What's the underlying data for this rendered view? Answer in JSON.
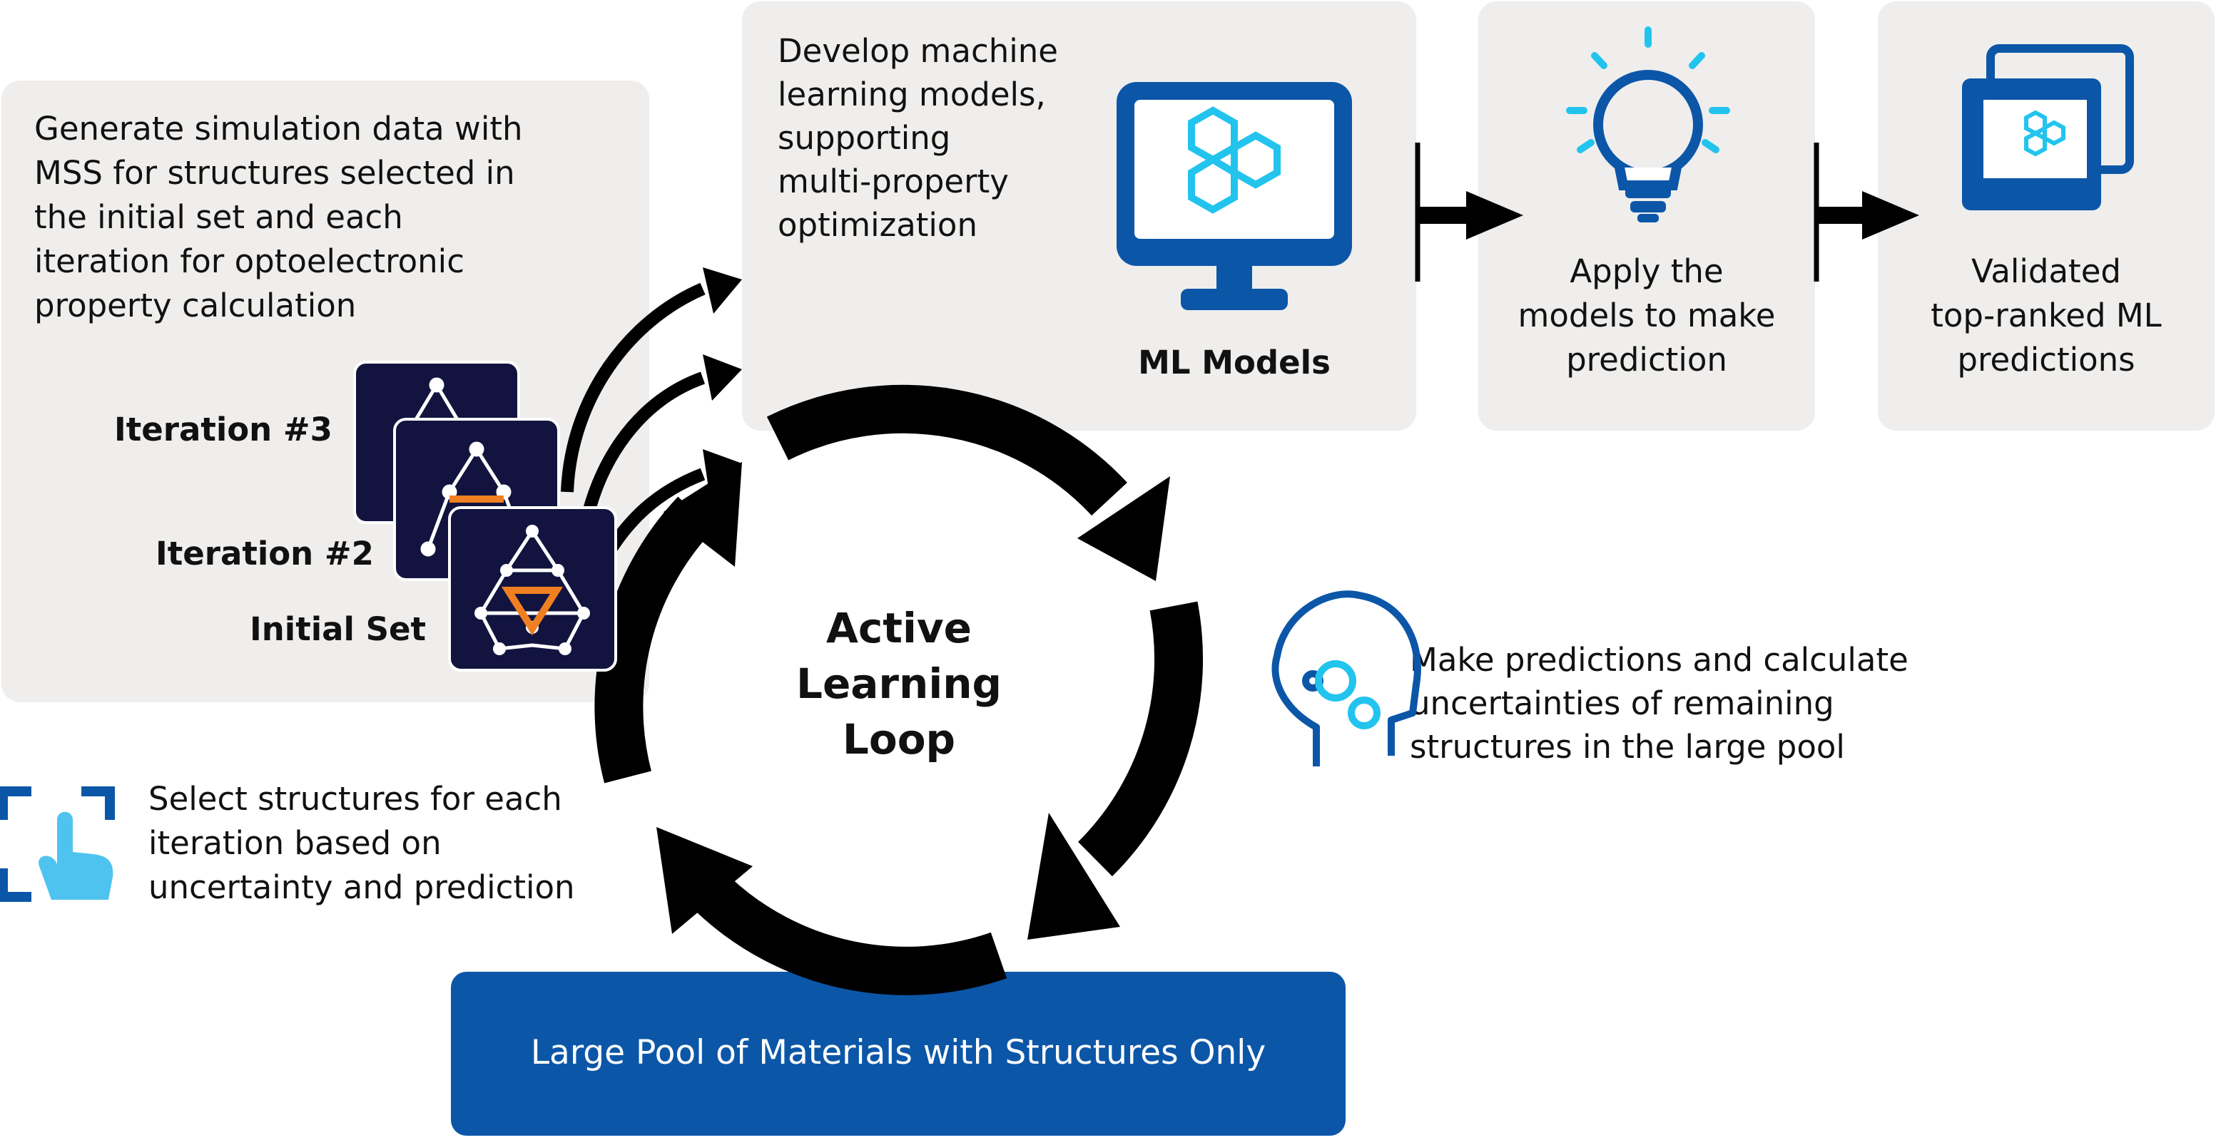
{
  "panels": {
    "simulation": {
      "text": "Generate simulation data with\nMSS for structures selected in\nthe initial set and each\niteration for optoelectronic\nproperty calculation"
    },
    "develop": {
      "text": "Develop machine\nlearning models,\nsupporting\nmulti-property\noptimization",
      "ml_label": "ML Models"
    },
    "apply": {
      "text": "Apply the\nmodels to make\nprediction"
    },
    "validated": {
      "text": "Validated\ntop-ranked ML\npredictions"
    }
  },
  "iterations": {
    "iteration3": "Iteration #3",
    "iteration2": "Iteration #2",
    "initial": "Initial Set"
  },
  "loop": {
    "title": "Active\nLearning\nLoop"
  },
  "predict": {
    "text": "Make predictions and calculate\nuncertainties of remaining\nstructures in the large pool"
  },
  "select": {
    "text": "Select structures for each\niteration based on\nuncertainty and prediction"
  },
  "pool": {
    "label": "Large Pool of Materials with Structures Only"
  },
  "icons": [
    "monitor-hexagon-icon",
    "lightbulb-icon",
    "validated-windows-icon",
    "head-gears-icon",
    "hand-select-icon",
    "structure-graph-icon"
  ],
  "colors": {
    "panel": "#efeeed",
    "blue": "#0c56a8",
    "cyan": "#22c4ee",
    "navy": "#12143f",
    "orange": "#f07f22"
  }
}
